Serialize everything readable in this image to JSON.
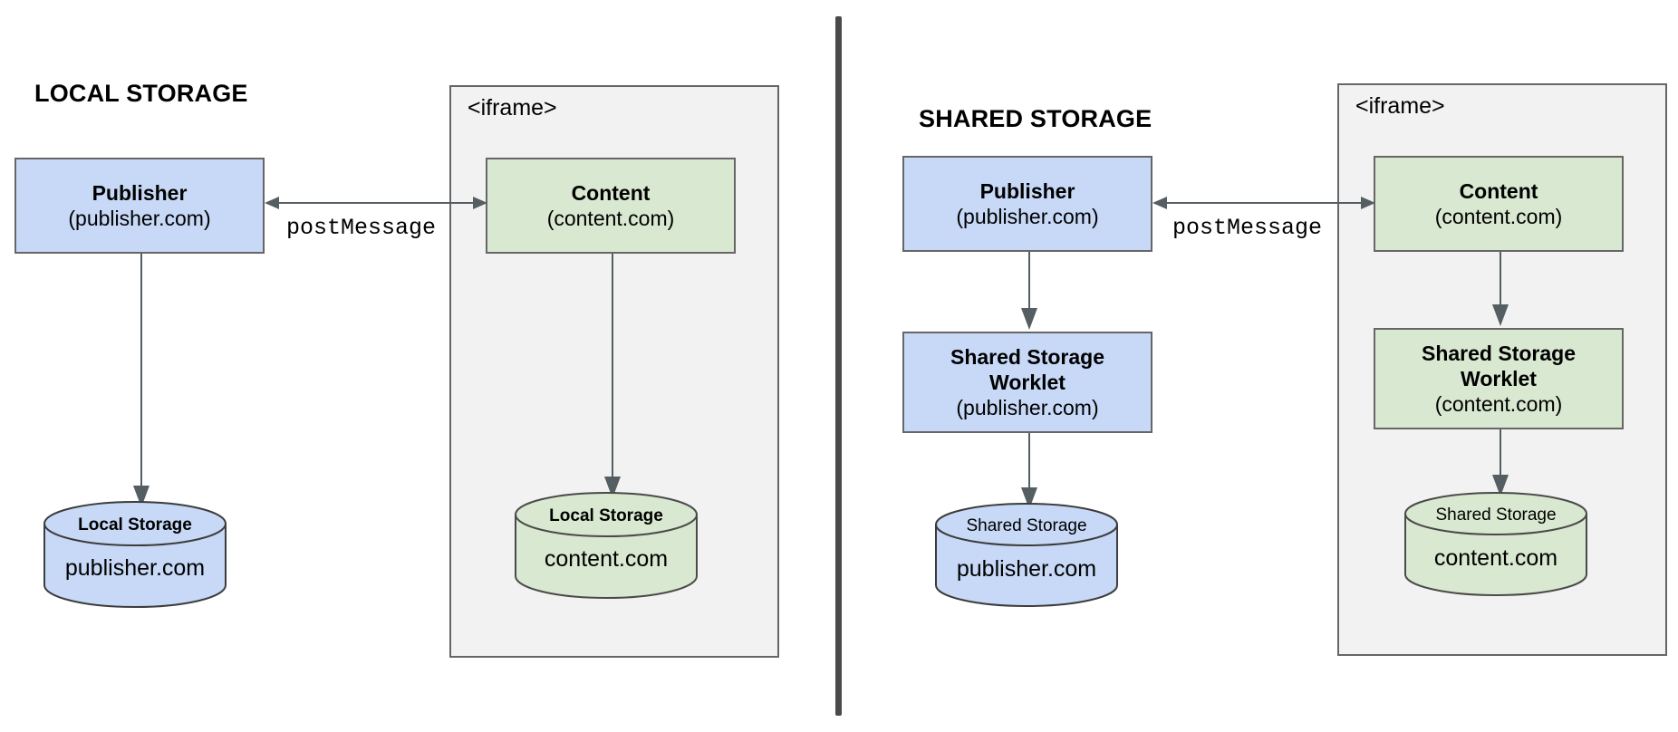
{
  "diagram": {
    "title_left": "LOCAL STORAGE",
    "title_right": "SHARED STORAGE",
    "iframe_label": "<iframe>",
    "message_label_left": "postMessage",
    "message_label_right": "postMessage",
    "colors": {
      "publisher_fill": "#c7d9f7",
      "content_fill": "#d9e8d0",
      "iframe_fill": "#f2f2f2",
      "border": "#666666",
      "connector": "#555f63",
      "divider": "#4a4a4a"
    }
  },
  "left_panel": {
    "heading": "LOCAL STORAGE",
    "publisher": {
      "title": "Publisher",
      "origin": "(publisher.com)"
    },
    "publisher_storage": {
      "cap": "Local Storage",
      "body": "publisher.com"
    },
    "iframe": {
      "label": "<iframe>"
    },
    "content": {
      "title": "Content",
      "origin": "(content.com)"
    },
    "content_storage": {
      "cap": "Local Storage",
      "body": "content.com"
    },
    "message": "postMessage"
  },
  "right_panel": {
    "heading": "SHARED STORAGE",
    "publisher": {
      "title": "Publisher",
      "origin": "(publisher.com)"
    },
    "publisher_worklet": {
      "line1": "Shared Storage",
      "line2": "Worklet",
      "origin": "(publisher.com)"
    },
    "publisher_storage": {
      "cap": "Shared Storage",
      "body": "publisher.com"
    },
    "iframe": {
      "label": "<iframe>"
    },
    "content": {
      "title": "Content",
      "origin": "(content.com)"
    },
    "content_worklet": {
      "line1": "Shared Storage",
      "line2": "Worklet",
      "origin": "(content.com)"
    },
    "content_storage": {
      "cap": "Shared Storage",
      "body": "content.com"
    },
    "message": "postMessage"
  }
}
